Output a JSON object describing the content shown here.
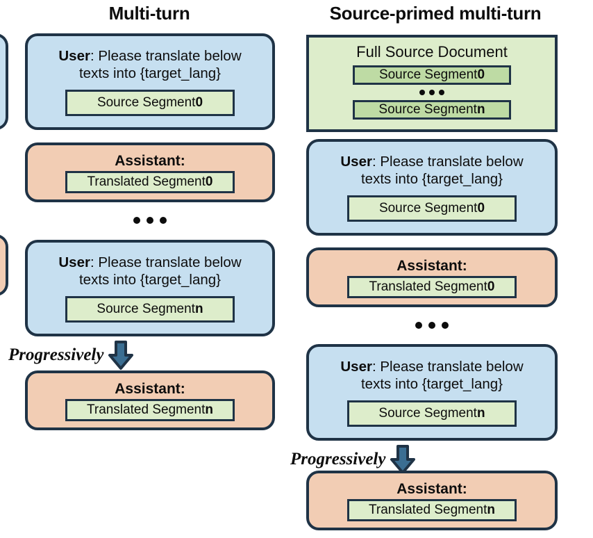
{
  "figure": {
    "type": "diagram",
    "columns": [
      {
        "id": "multi-turn",
        "title": "Multi-turn"
      },
      {
        "id": "source-primed-multi-turn",
        "title": "Source-primed multi-turn"
      }
    ],
    "labels": {
      "user_role": "User",
      "assistant_role": "Assistant:",
      "user_prompt_line1": ": Please translate below",
      "user_prompt_line2": "texts into {target_lang}",
      "progressively": "Progressively",
      "full_source_document": "Full Source Document",
      "source_segment_0": "Source Segment ",
      "source_segment_0_idx": "0",
      "source_segment_n": "Source Segment ",
      "source_segment_n_idx": "n",
      "translated_segment_0": "Translated Segment ",
      "translated_segment_0_idx": "0",
      "translated_segment_n": "Translated Segment ",
      "translated_segment_n_idx": "n"
    },
    "colors": {
      "user_bubble": "#c6dff0",
      "assistant_bubble": "#f2cdb4",
      "segment_chip": "#ddedcb",
      "segment_chip_dark": "#bedba4",
      "outline": "#1f3346",
      "arrow_fill": "#3b6e92",
      "arrow_stroke": "#1f3346",
      "background": "#ffffff"
    }
  }
}
